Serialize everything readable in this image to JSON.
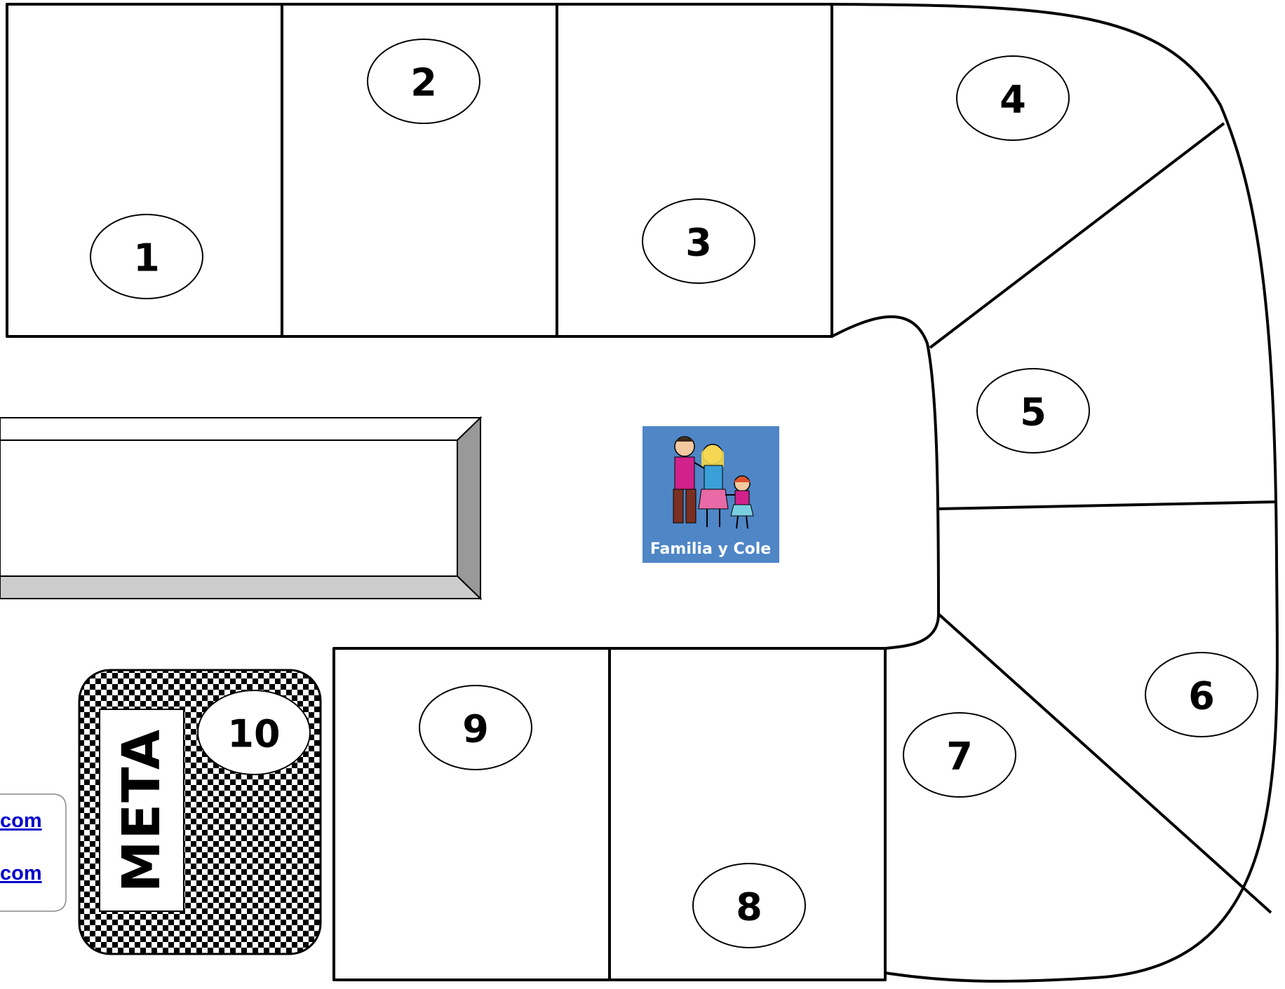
{
  "board": {
    "spaces": [
      {
        "label": "1"
      },
      {
        "label": "2"
      },
      {
        "label": "3"
      },
      {
        "label": "4"
      },
      {
        "label": "5"
      },
      {
        "label": "6"
      },
      {
        "label": "7"
      },
      {
        "label": "8"
      },
      {
        "label": "9"
      },
      {
        "label": "10"
      }
    ],
    "goal_label": "META",
    "logo": {
      "text": "Familia y Cole",
      "background": "#4f86c6"
    },
    "links": [
      {
        "text": "com"
      },
      {
        "text": "com"
      }
    ],
    "colors": {
      "line": "#000000",
      "link": "#0000cc",
      "bevel_dark": "#999999",
      "bevel_light": "#cccccc"
    }
  }
}
